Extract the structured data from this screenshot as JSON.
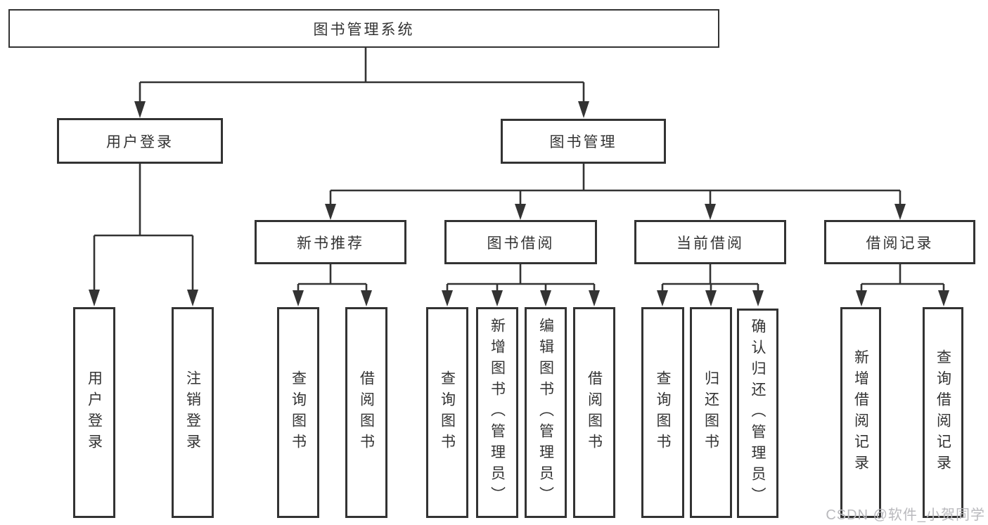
{
  "tree": {
    "root_label": "图书管理系统",
    "branches": [
      {
        "label": "用户登录",
        "children": [
          {
            "label": "用户登录"
          },
          {
            "label": "注销登录"
          }
        ]
      },
      {
        "label": "图书管理",
        "sections": [
          {
            "label": "新书推荐",
            "children": [
              {
                "label": "查询图书"
              },
              {
                "label": "借阅图书"
              }
            ]
          },
          {
            "label": "图书借阅",
            "children": [
              {
                "label": "查询图书"
              },
              {
                "label": "新增图书（管理员）"
              },
              {
                "label": "编辑图书（管理员）"
              },
              {
                "label": "借阅图书"
              }
            ]
          },
          {
            "label": "当前借阅",
            "children": [
              {
                "label": "查询图书"
              },
              {
                "label": "归还图书"
              },
              {
                "label": "确认归还（管理员）"
              }
            ]
          },
          {
            "label": "借阅记录",
            "children": [
              {
                "label": "新增借阅记录"
              },
              {
                "label": "查询借阅记录"
              }
            ]
          }
        ]
      }
    ]
  },
  "watermark": {
    "text": "CSDN @软件_小贺同学"
  },
  "colors": {
    "line": "#333333",
    "box_border": "#333333",
    "text": "#333333",
    "watermark": "#b9b9bd",
    "background": "#ffffff"
  }
}
